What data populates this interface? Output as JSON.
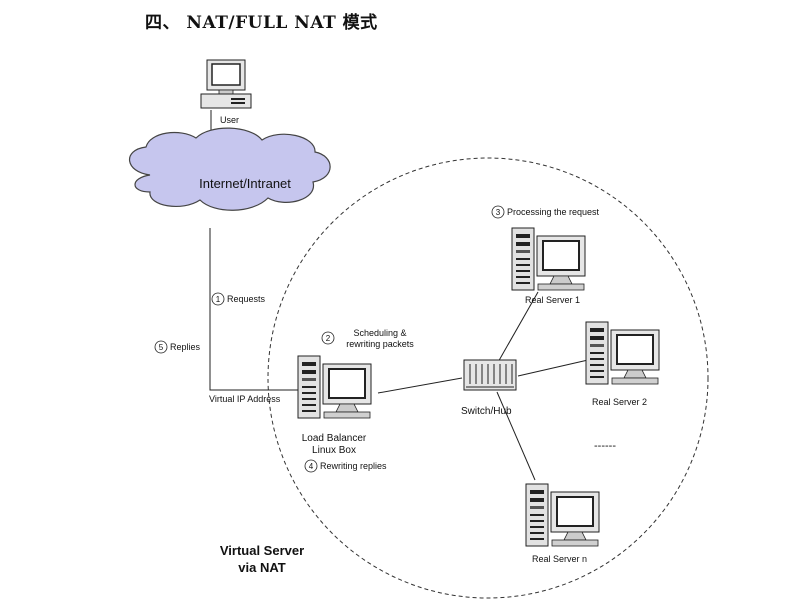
{
  "heading": "四、 NAT/FULL NAT 模式",
  "nodes": {
    "user": "User",
    "cloud": "Internet/Intranet",
    "real_server_1": "Real Server 1",
    "real_server_2": "Real Server 2",
    "real_server_n": "Real Server n",
    "switch": "Switch/Hub",
    "lb_line1": "Load Balancer",
    "lb_line2": "Linux Box",
    "vip": "Virtual IP Address",
    "ellipsis": "------"
  },
  "steps": [
    {
      "num": "1",
      "label": "Requests"
    },
    {
      "num": "2",
      "label_line1": "Scheduling &",
      "label_line2": "rewriting packets"
    },
    {
      "num": "3",
      "label": "Processing the request"
    },
    {
      "num": "4",
      "label": "Rewriting replies"
    },
    {
      "num": "5",
      "label": "Replies"
    }
  ],
  "caption": {
    "line1": "Virtual Server",
    "line2": "via NAT"
  }
}
